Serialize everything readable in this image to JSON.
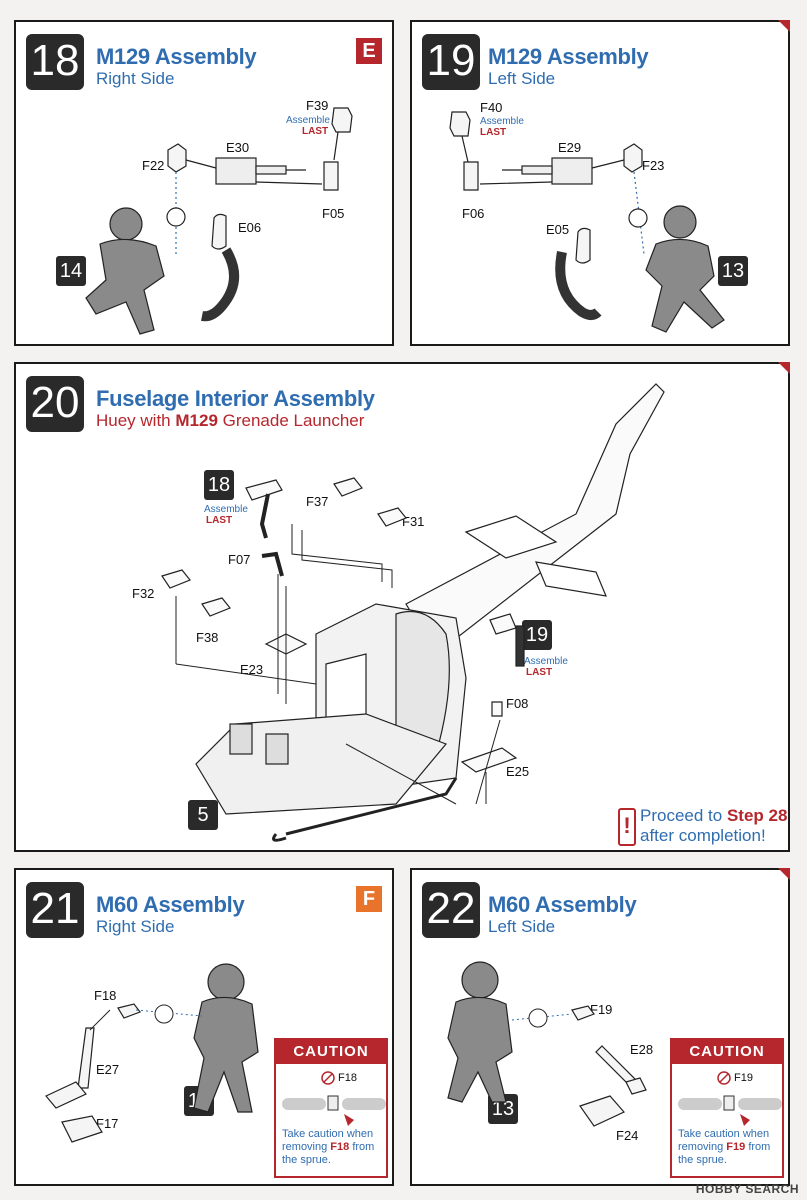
{
  "steps": {
    "s18": {
      "number": "18",
      "title": "M129 Assembly",
      "subtitle": "Right Side",
      "sprue": "E",
      "parts": {
        "f39": "F39",
        "e30": "E30",
        "f22": "F22",
        "f05": "F05",
        "e06": "E06"
      },
      "assemble": "Assemble",
      "last": "LAST",
      "figure": "14"
    },
    "s19": {
      "number": "19",
      "title": "M129 Assembly",
      "subtitle": "Left Side",
      "parts": {
        "f40": "F40",
        "e29": "E29",
        "f23": "F23",
        "f06": "F06",
        "e05": "E05"
      },
      "assemble": "Assemble",
      "last": "LAST",
      "figure": "13"
    },
    "s20": {
      "number": "20",
      "title": "Fuselage Interior Assembly",
      "subtitle_pre": "Huey with ",
      "subtitle_bold": "M129",
      "subtitle_post": " Grenade Launcher",
      "parts": {
        "f37": "F37",
        "f31": "F31",
        "f07": "F07",
        "f32": "F32",
        "f38": "F38",
        "e23": "E23",
        "f08": "F08",
        "e25": "E25"
      },
      "ref18": "18",
      "ref19": "19",
      "assemble": "Assemble",
      "last": "LAST",
      "figure": "5",
      "proceed_pre": "Proceed to ",
      "proceed_step": "Step 28",
      "proceed_post": "after completion!"
    },
    "s21": {
      "number": "21",
      "title": "M60 Assembly",
      "subtitle": "Right Side",
      "sprue": "F",
      "parts": {
        "f18": "F18",
        "e27": "E27",
        "f17": "F17"
      },
      "figure": "14",
      "caution": {
        "header": "CAUTION",
        "part": "F18",
        "text_pre": "Take caution when removing ",
        "text_bold": "F18",
        "text_post": " from the sprue."
      }
    },
    "s22": {
      "number": "22",
      "title": "M60 Assembly",
      "subtitle": "Left Side",
      "parts": {
        "f19": "F19",
        "e28": "E28",
        "f24": "F24"
      },
      "figure": "13",
      "caution": {
        "header": "CAUTION",
        "part": "F19",
        "text_pre": "Take caution when removing ",
        "text_bold": "F19",
        "text_post": " from the sprue."
      }
    }
  },
  "footer": {
    "watermark": "HOBBY SEARCH"
  },
  "colors": {
    "accent_blue": "#2f6db0",
    "accent_red": "#b5272d",
    "sprue_e": "#b5272d",
    "sprue_f": "#e8742c",
    "step_box": "#2a2a2a"
  }
}
